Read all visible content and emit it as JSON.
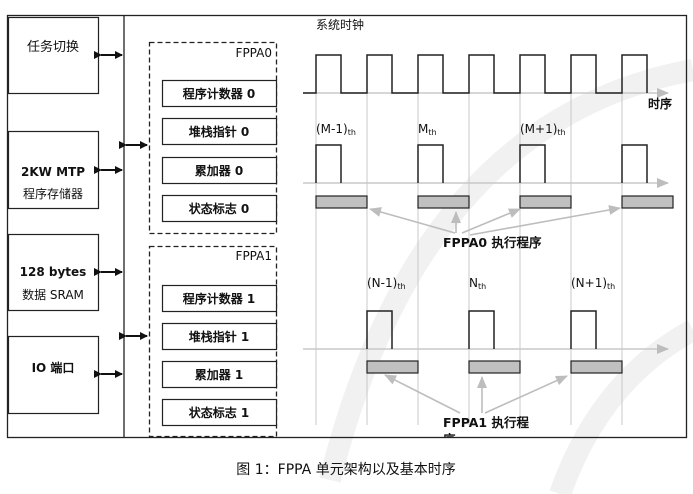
{
  "blocks": [
    {
      "line1": "任务切换",
      "line2": ""
    },
    {
      "line1": "2KW MTP",
      "line2": "程序存储器"
    },
    {
      "line1": "128 bytes",
      "line2": "数据 SRAM"
    },
    {
      "line1": "IO  端口",
      "line2": ""
    }
  ],
  "fppa0": {
    "title": "FPPA0",
    "registers": [
      "程序计数器 0",
      "堆栈指针 0",
      "累加器 0",
      "状态标志 0"
    ],
    "slots": [
      "(M-1)",
      "M",
      "(M+1)"
    ],
    "slot_suffix": "th",
    "exec_label": "FPPA0  执行程序",
    "pulse_cycles": [
      0,
      2,
      4,
      6
    ]
  },
  "fppa1": {
    "title": "FPPA1",
    "registers": [
      "程序计数器 1",
      "堆栈指针 1",
      "累加器 1",
      "状态标志 1"
    ],
    "slots": [
      "(N-1)",
      "N",
      "(N+1)"
    ],
    "slot_suffix": "th",
    "exec_label": "FPPA1 执行程",
    "exec_label_overflow": "序",
    "pulse_cycles": [
      1,
      3,
      5
    ]
  },
  "timing": {
    "clock_label": "系统时钟",
    "axis_label": "时序",
    "clock_cycles": 7
  },
  "caption": "图 1：FPPA 单元架构以及基本时序",
  "colors": {
    "line": "#222222",
    "guide": "#c8c8c8",
    "bar": "#c0c0c0",
    "arrow": "#bdbdbd"
  }
}
